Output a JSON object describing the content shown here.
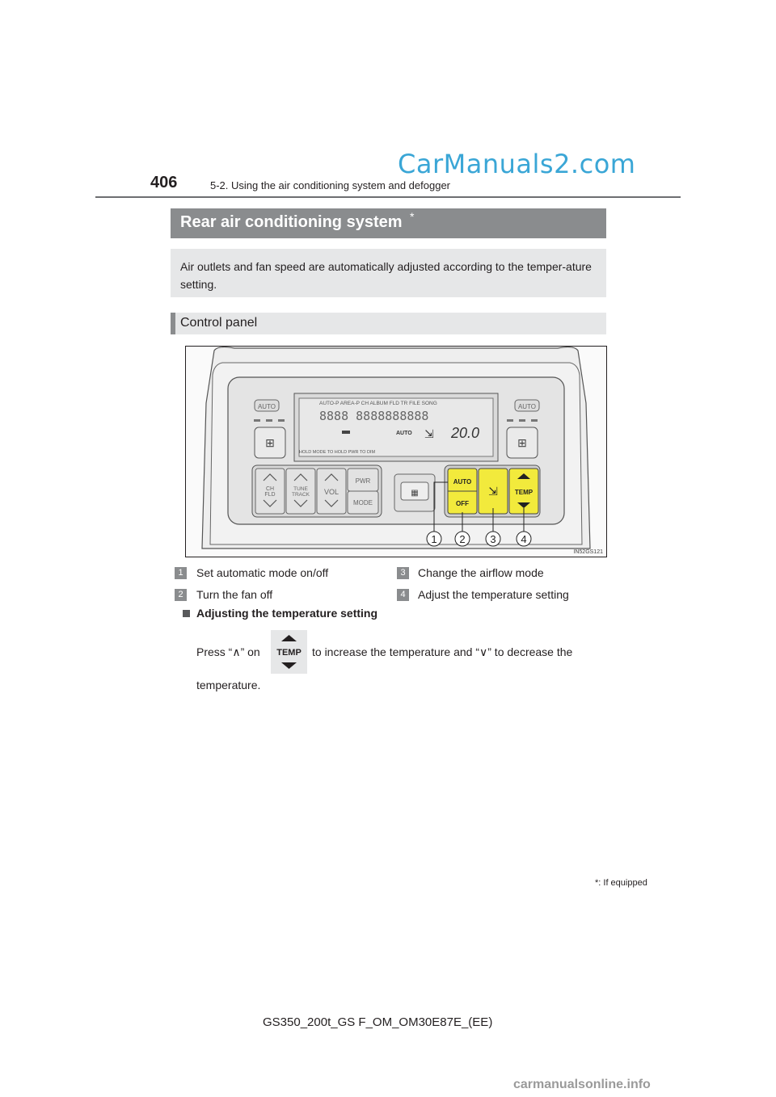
{
  "watermark_top": "CarManuals2.com",
  "header": {
    "page_number": "406",
    "section": "5-2. Using the air conditioning system and defogger"
  },
  "heading": {
    "title": "Rear air conditioning system",
    "marker": "*"
  },
  "intro_text": "Air outlets and fan speed are automatically adjusted according to the temper-ature setting.",
  "subheading": "Control panel",
  "figure": {
    "left_auto": "AUTO",
    "right_auto": "AUTO",
    "display_top": "AUTO-P AREA-P CH ALBUM FLD TR FILE SONG",
    "display_auto": "AUTO",
    "display_temp": "20.0",
    "display_bottom": "HOLD MODE TO      HOLD PWR TO DIM",
    "btn_ch": "CH",
    "btn_fld": "FLD",
    "btn_tune": "TUNE",
    "btn_track": "TRACK",
    "btn_vol": "VOL",
    "btn_pwr": "PWR",
    "btn_mode": "MODE",
    "btn_auto": "AUTO",
    "btn_off": "OFF",
    "btn_temp": "TEMP",
    "callouts": [
      "1",
      "2",
      "3",
      "4"
    ],
    "code": "IN52GS121"
  },
  "legend": [
    {
      "num": "1",
      "text": "Set automatic mode on/off"
    },
    {
      "num": "2",
      "text": "Turn the fan off"
    },
    {
      "num": "3",
      "text": "Change the airflow mode"
    },
    {
      "num": "4",
      "text": "Adjust the temperature setting"
    }
  ],
  "temp_section": {
    "title": "Adjusting the temperature setting",
    "press_a": "Press “∧” on",
    "press_b": "to increase the temperature and “∨” to decrease the",
    "press_c": "temperature.",
    "icon_label": "TEMP"
  },
  "footnote": "*: If equipped",
  "footer_model": "GS350_200t_GS F_OM_OM30E87E_(EE)",
  "watermark_bottom": "carmanualsonline.info",
  "colors": {
    "heading_bar": "#8a8c8e",
    "panel_button_yellow": "#f2ea3c",
    "watermark_blue": "#3aa6d6"
  }
}
